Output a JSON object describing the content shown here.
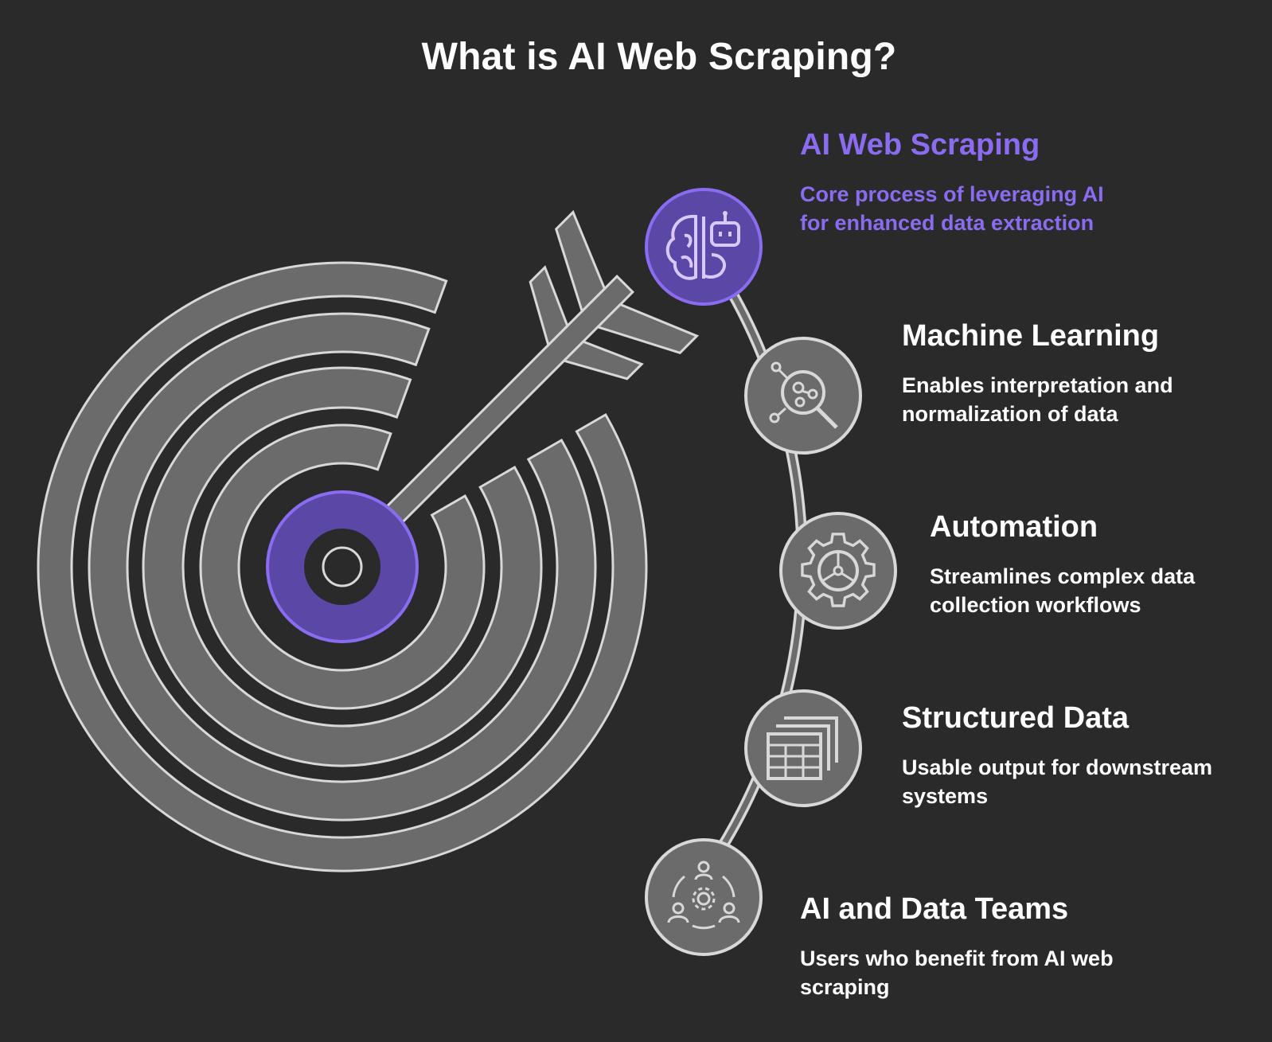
{
  "title": "What is AI Web Scraping?",
  "colors": {
    "background": "#2a2a2a",
    "accent": "#8b6cf0",
    "accent_fill": "#5b47a5",
    "ring_fill": "#6b6b6b",
    "outline": "#d8d8d8"
  },
  "items": [
    {
      "heading": "AI Web Scraping",
      "description": "Core process of leveraging AI for enhanced data extraction",
      "icon": "brain-robot-icon",
      "highlighted": true
    },
    {
      "heading": "Machine Learning",
      "description": "Enables interpretation and normalization of data",
      "icon": "magnifier-network-icon",
      "highlighted": false
    },
    {
      "heading": "Automation",
      "description": "Streamlines complex data collection workflows",
      "icon": "gear-icon",
      "highlighted": false
    },
    {
      "heading": "Structured Data",
      "description": "Usable output for downstream systems",
      "icon": "stacked-tables-icon",
      "highlighted": false
    },
    {
      "heading": "AI and Data Teams",
      "description": "Users who benefit from AI web scraping",
      "icon": "team-gear-icon",
      "highlighted": false
    }
  ]
}
